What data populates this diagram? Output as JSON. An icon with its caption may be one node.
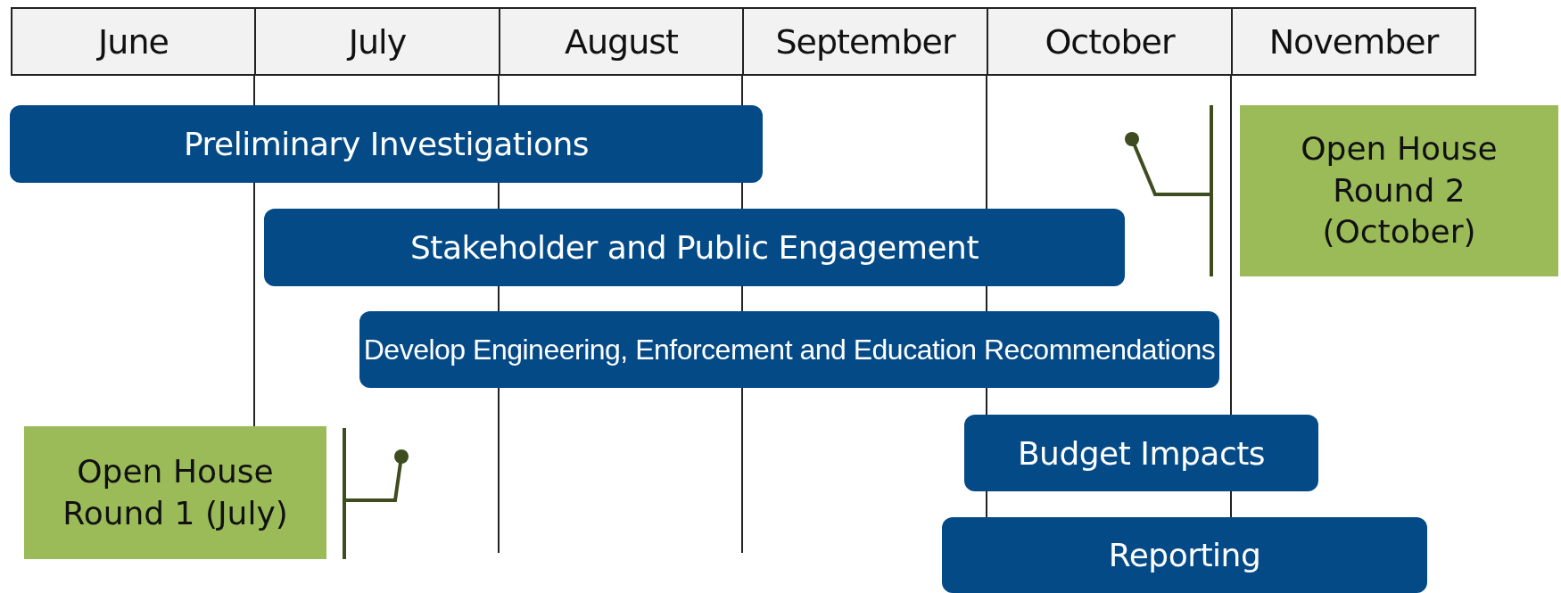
{
  "diagram": {
    "nodes": [
      {
        "text": [
          "Preliminary Investigations"
        ]
      },
      {
        "text": [
          "Open House Round 2 (October)"
        ]
      },
      {
        "text": [
          "Stakeholder and Public Engagement"
        ]
      },
      {
        "text": [
          "Develop Engineering, Enforcement and Education Recommendations"
        ]
      },
      {
        "text": [
          "Open House Round 1 (July)"
        ]
      },
      {
        "text": [
          "Budget Impacts"
        ]
      },
      {
        "text": [
          "Reporting"
        ]
      }
    ],
    "edges": [
      {
        "from": 1,
        "to": null,
        "arrow": "other"
      },
      {
        "from": 4,
        "to": null,
        "arrow": "other"
      }
    ],
    "labels": [
      "June",
      "July",
      "August",
      "September",
      "October",
      "November"
    ]
  }
}
